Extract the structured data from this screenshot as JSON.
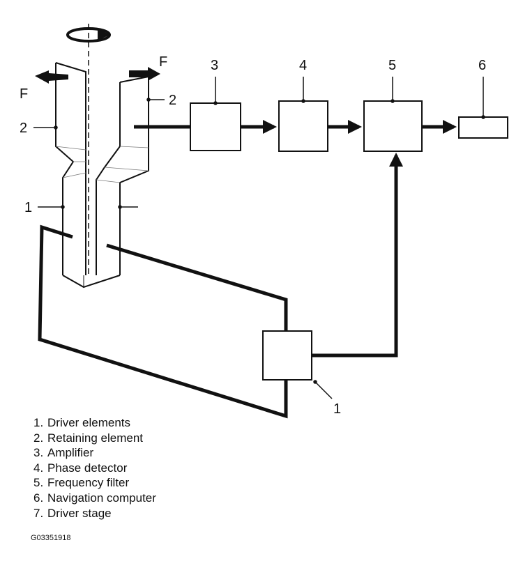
{
  "callouts": {
    "force_left": "F",
    "force_right": "F",
    "retaining_left": "2",
    "retaining_right": "2",
    "driver_left": "1",
    "driver_stage": "1",
    "block_3": "3",
    "block_4": "4",
    "block_5": "5",
    "block_6": "6"
  },
  "legend": [
    {
      "num": "1.",
      "text": "Driver elements"
    },
    {
      "num": "2.",
      "text": "Retaining element"
    },
    {
      "num": "3.",
      "text": "Amplifier"
    },
    {
      "num": "4.",
      "text": "Phase detector"
    },
    {
      "num": "5.",
      "text": "Frequency filter"
    },
    {
      "num": "6.",
      "text": "Navigation computer"
    },
    {
      "num": "7.",
      "text": "Driver stage"
    }
  ],
  "figure_id": "G03351918"
}
